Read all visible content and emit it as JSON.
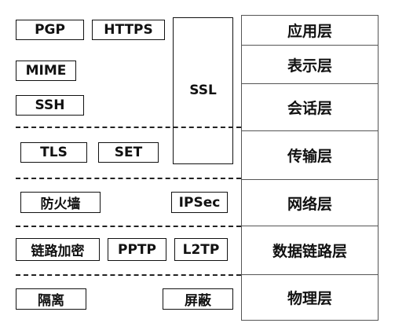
{
  "protocols": {
    "pgp": "PGP",
    "https": "HTTPS",
    "mime": "MIME",
    "ssh": "SSH",
    "ssl": "SSL",
    "tls": "TLS",
    "set": "SET",
    "firewall": "防火墙",
    "ipsec": "IPSec",
    "link_encryption": "链路加密",
    "pptp": "PPTP",
    "l2tp": "L2TP",
    "isolation": "隔离",
    "shielding": "屏蔽"
  },
  "layers": [
    "应用层",
    "表示层",
    "会话层",
    "传输层",
    "网络层",
    "数据链路层",
    "物理层"
  ]
}
